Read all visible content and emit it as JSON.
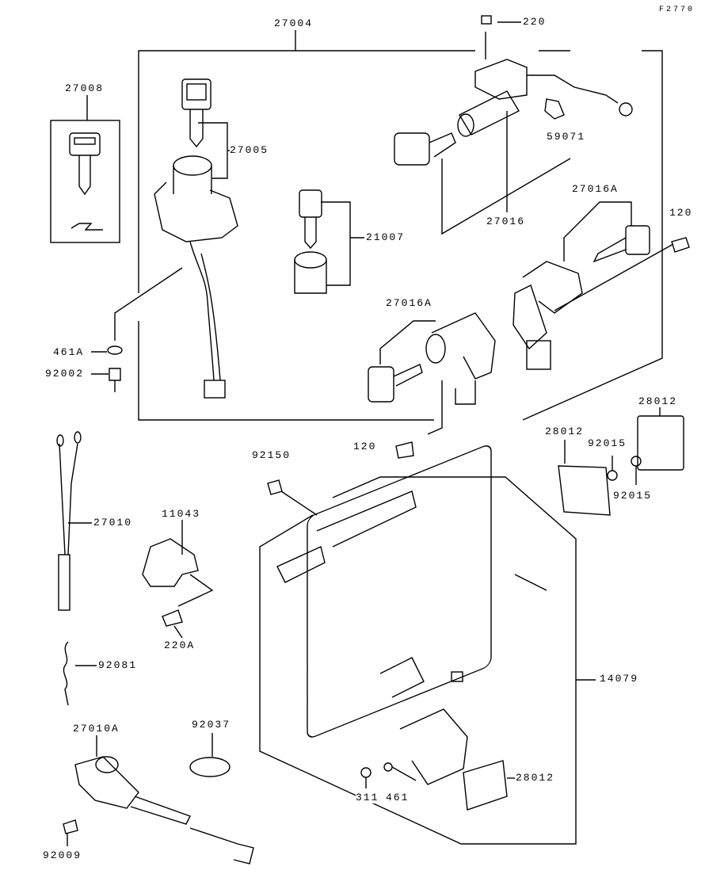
{
  "figure_code": "F2770",
  "labels": {
    "p27004": "27004",
    "p220": "220",
    "p27008": "27008",
    "p27005": "27005",
    "p59071": "59071",
    "p27016A_top": "27016A",
    "p27016": "27016",
    "p21007": "21007",
    "p120_right": "120",
    "p27016A_mid": "27016A",
    "p461A": "461A",
    "p92002": "92002",
    "p120_bottom": "120",
    "p28012_a": "28012",
    "p28012_b": "28012",
    "p92015_a": "92015",
    "p92015_b": "92015",
    "p92150": "92150",
    "p27010": "27010",
    "p11043": "11043",
    "p220A": "220A",
    "p14079": "14079",
    "p92081": "92081",
    "p27010A": "27010A",
    "p92037": "92037",
    "p311": "311",
    "p461": "461",
    "p28012_c": "28012",
    "p92009": "92009"
  }
}
